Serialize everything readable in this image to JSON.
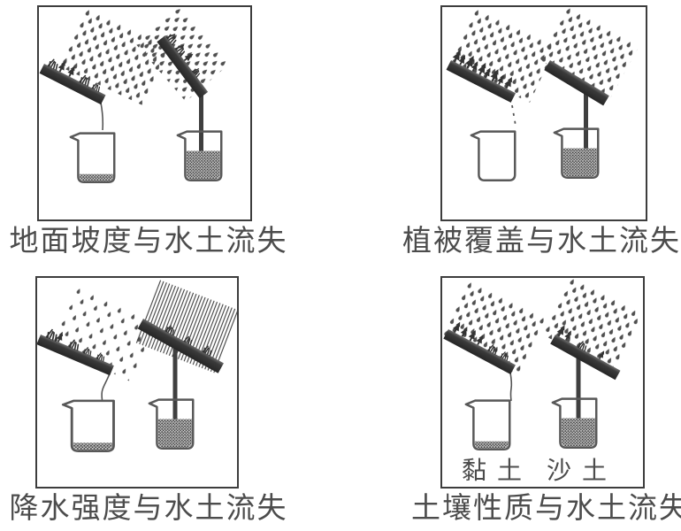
{
  "figure": {
    "title_hint": "soil erosion experiments",
    "panels": [
      {
        "id": "slope",
        "caption": "地面坡度与水土流失"
      },
      {
        "id": "vegetation",
        "caption": "植被覆盖与水土流失"
      },
      {
        "id": "rainfall",
        "caption": "降水强度与水土流失"
      },
      {
        "id": "soil",
        "caption": "土壤性质与水土流失",
        "left_label": "黏土",
        "right_label": "沙土"
      }
    ],
    "colors": {
      "ink": "#4c4c4c",
      "frame": "#3d3d3d",
      "liquid_dot": "#3c3c3c",
      "tray_dark": "#2c2c2c"
    }
  }
}
